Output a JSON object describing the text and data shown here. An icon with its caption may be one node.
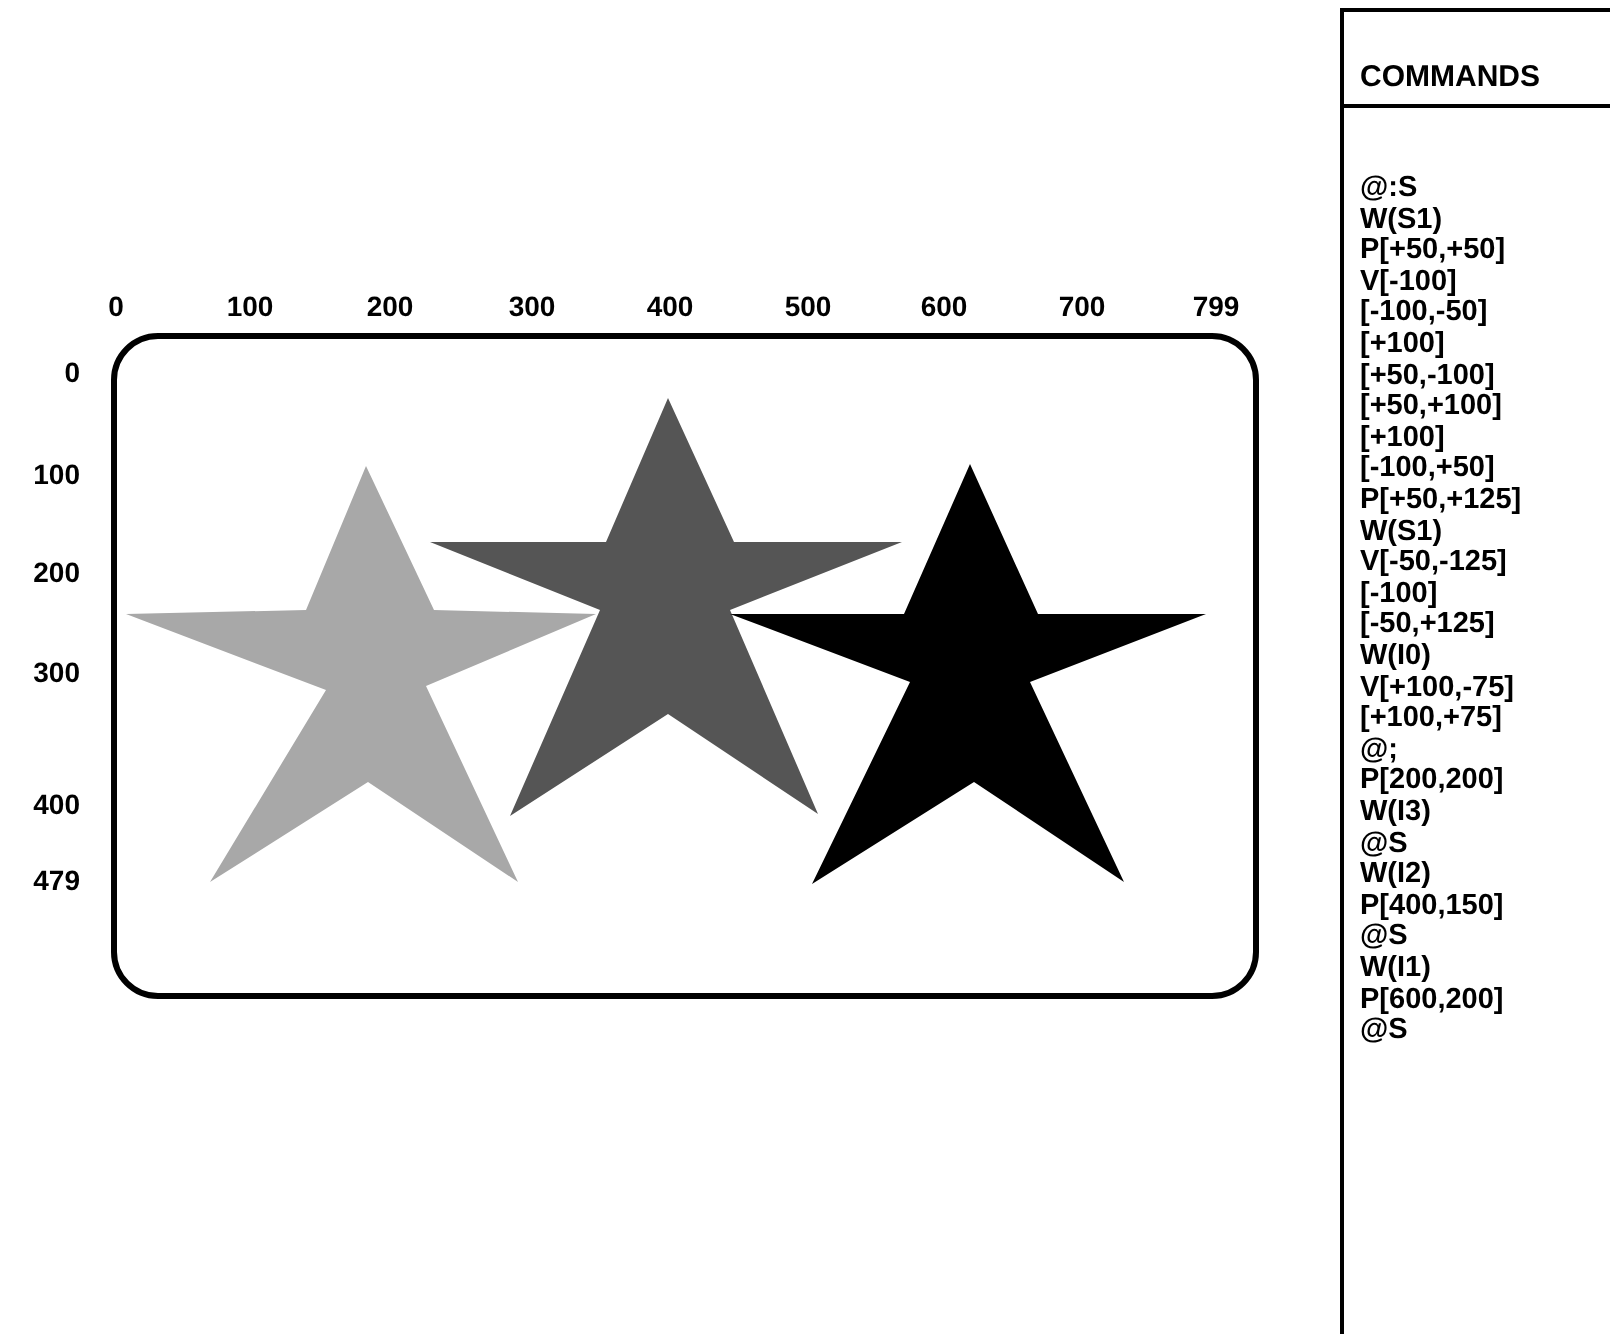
{
  "diagram": {
    "nodes": [
      {
        "text": [
          "COMMANDS"
        ]
      }
    ],
    "labels": [
      "0",
      "100",
      "200",
      "300",
      "400",
      "500",
      "600",
      "700",
      "799",
      "0",
      "100",
      "200",
      "300",
      "400",
      "479",
      "@:S",
      "W(S1)",
      "P[+50,+50]",
      "V[-100]",
      "[-100,-50]",
      "[+100]",
      "[+50,-100]",
      "[+50,+100]",
      "[+100]",
      "[-100,+50]",
      "P[+50,+125]",
      "W(S1)",
      "V[-50,-125]",
      "[-100]",
      "[-50,+125]",
      "W(I0)",
      "V[+100,-75]",
      "[+100,+75]",
      "@;",
      "P[200,200]",
      "W(I3)",
      "@S",
      "W(I2)",
      "P[400,150]",
      "@S",
      "W(I1)",
      "P[600,200]",
      "@S"
    ]
  }
}
